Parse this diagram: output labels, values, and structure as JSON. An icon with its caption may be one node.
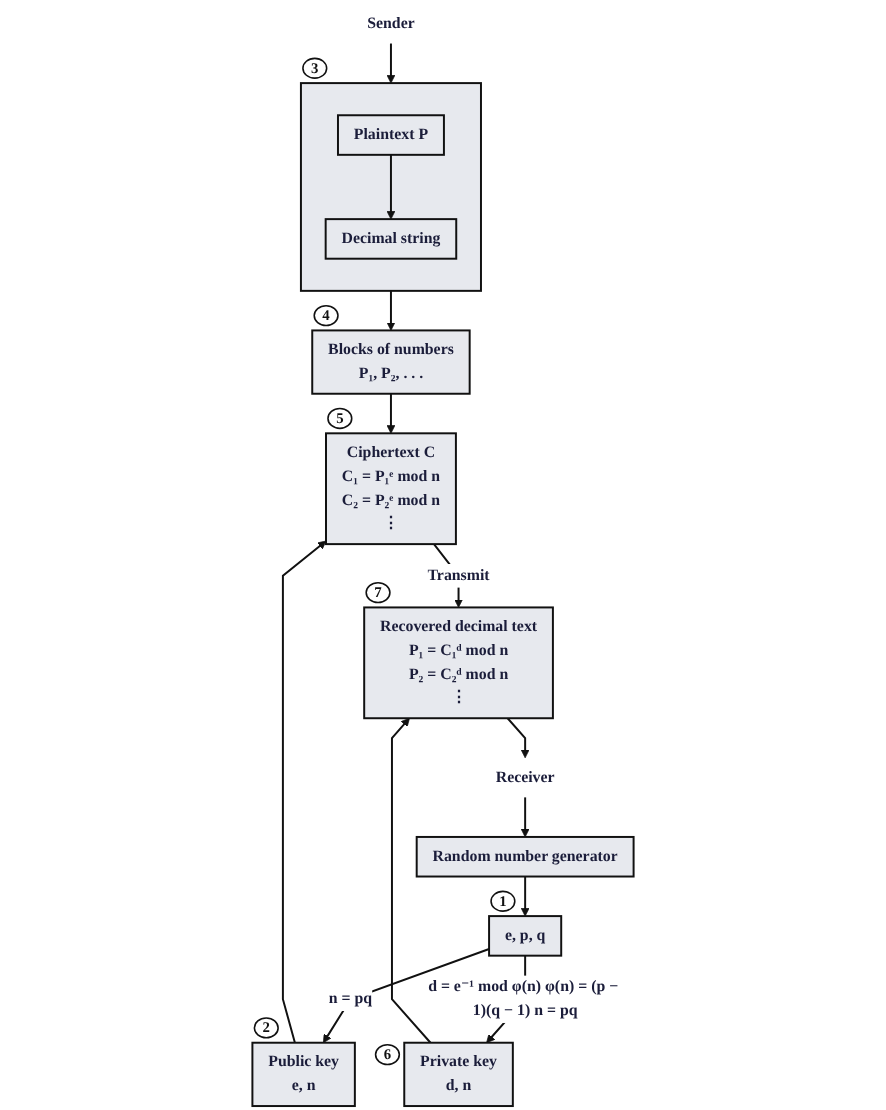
{
  "diagram": {
    "nodes": [
      {
        "text": [
          "Sender"
        ]
      },
      {
        "text": [],
        "shape": "box",
        "beside": [
          "3"
        ]
      },
      {
        "text": [
          "Plaintext P"
        ],
        "in": 1
      },
      {
        "text": [
          "Decimal string"
        ],
        "in": 1
      },
      {
        "text": [
          "Blocks of numbers",
          "P₁, P₂, . . ."
        ],
        "beside": [
          "4"
        ]
      },
      {
        "text": [
          "Public key",
          "e, n"
        ],
        "beside": [
          "2"
        ]
      },
      {
        "text": [
          "Ciphertext C",
          "C₁ = P₁ᵉ mod n",
          "C₂ = P₂ᵉ mod n",
          "⋮"
        ],
        "beside": [
          "5"
        ]
      },
      {
        "text": [
          "Private key",
          "d, n"
        ],
        "beside": [
          "6"
        ]
      },
      {
        "text": [
          "Recovered decimal text",
          "P₁ = C₁ᵈ mod n",
          "P₂ = C₂ᵈ mod n",
          "⋮"
        ],
        "beside": [
          "7"
        ]
      },
      {
        "text": [
          "e, p, q"
        ],
        "beside": [
          "1"
        ]
      },
      {
        "text": [
          "Random number generator"
        ]
      },
      {
        "text": [
          "Receiver"
        ]
      }
    ],
    "edges": [
      {
        "from": 0,
        "to": 1,
        "arrow": "to"
      },
      {
        "from": 2,
        "to": 3,
        "arrow": "to"
      },
      {
        "from": 1,
        "to": 4,
        "arrow": "to"
      },
      {
        "from": 4,
        "to": 6,
        "arrow": "to"
      },
      {
        "from": 5,
        "to": 6,
        "arrow": "to"
      },
      {
        "from": 6,
        "to": 8,
        "arrow": "to",
        "label": "Transmit"
      },
      {
        "from": 7,
        "to": 8,
        "arrow": "to"
      },
      {
        "from": 8,
        "to": 11,
        "arrow": "to"
      },
      {
        "from": 11,
        "to": 10,
        "arrow": "to"
      },
      {
        "from": 10,
        "to": 9,
        "arrow": "to"
      },
      {
        "from": 9,
        "to": 5,
        "arrow": "to",
        "label": "n = pq"
      },
      {
        "from": 9,
        "to": 7,
        "arrow": "to",
        "label": "d = e⁻¹ mod φ(n) φ(n) = (p − 1)(q − 1) n = pq"
      }
    ]
  }
}
